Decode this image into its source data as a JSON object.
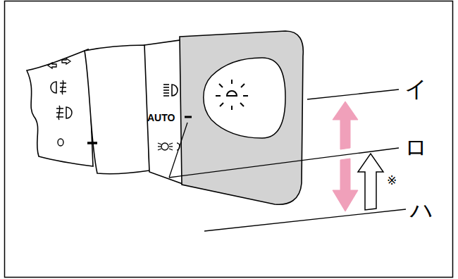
{
  "diagram": {
    "labels": [
      "AUTO",
      "イ",
      "ロ",
      "ハ",
      "※"
    ]
  }
}
